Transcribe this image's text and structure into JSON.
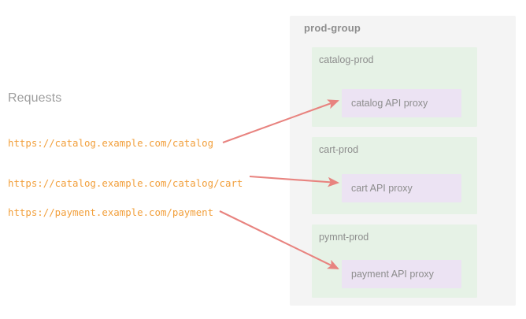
{
  "requests": {
    "heading": "Requests",
    "urls": [
      "https://catalog.example.com/catalog",
      "https://catalog.example.com/catalog/cart",
      "https://payment.example.com/payment"
    ]
  },
  "group": {
    "title": "prod-group",
    "environments": [
      {
        "name": "catalog-prod",
        "proxy": "catalog API proxy"
      },
      {
        "name": "cart-prod",
        "proxy": "cart API proxy"
      },
      {
        "name": "pymnt-prod",
        "proxy": "payment API proxy"
      }
    ]
  },
  "colors": {
    "background": "#ffffff",
    "url_text": "#f2a03d",
    "heading_text": "#9e9e9e",
    "label_text": "#8d8d8d",
    "group_panel": "#f4f4f4",
    "env_box": "#e6f2e6",
    "proxy_box": "#ece3f3",
    "arrow": "#e8837f"
  },
  "arrows": [
    {
      "name": "catalog-request-to-catalog-proxy",
      "from_label": "https://catalog.example.com/catalog",
      "to_label": "catalog API proxy"
    },
    {
      "name": "cart-request-to-cart-proxy",
      "from_label": "https://catalog.example.com/catalog/cart",
      "to_label": "cart API proxy"
    },
    {
      "name": "payment-request-to-payment-proxy",
      "from_label": "https://payment.example.com/payment",
      "to_label": "payment API proxy"
    }
  ]
}
